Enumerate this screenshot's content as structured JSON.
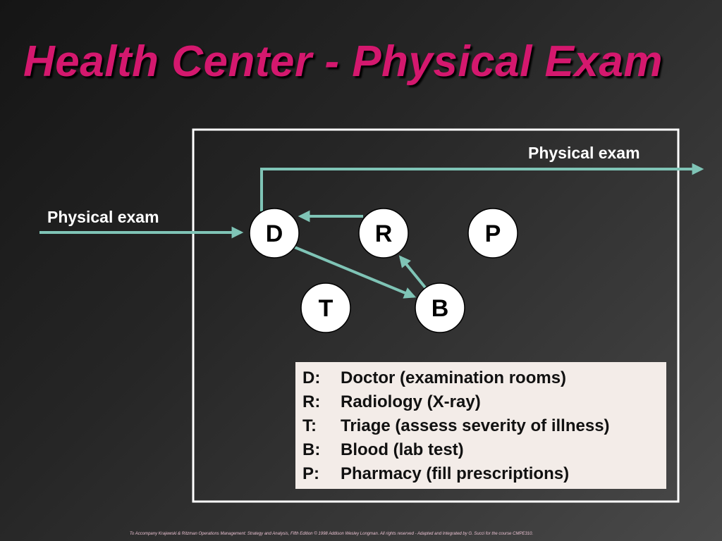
{
  "title": "Health Center - Physical Exam",
  "labels": {
    "input_flow": "Physical exam",
    "output_flow": "Physical exam"
  },
  "nodes": {
    "D": "D",
    "R": "R",
    "P": "P",
    "T": "T",
    "B": "B"
  },
  "legend": [
    {
      "key": "D:",
      "text": "Doctor (examination rooms)"
    },
    {
      "key": "R:",
      "text": "Radiology (X-ray)"
    },
    {
      "key": "T:",
      "text": "Triage (assess severity of illness)"
    },
    {
      "key": "B:",
      "text": "Blood (lab test)"
    },
    {
      "key": "P:",
      "text": "Pharmacy (fill prescriptions)"
    }
  ],
  "colors": {
    "title": "#d4186e",
    "flow": "#7fc4b6",
    "frame": "#ffffff",
    "legend_bg": "#f3ece8"
  },
  "footer": "To Accompany Krajewski & Ritzman Operations Management: Strategy and Analysis, Fifth Edition © 1998 Addison Wesley Longman. All rights reserved - Adapted and Integrated by G. Succi for the course CMPE310."
}
